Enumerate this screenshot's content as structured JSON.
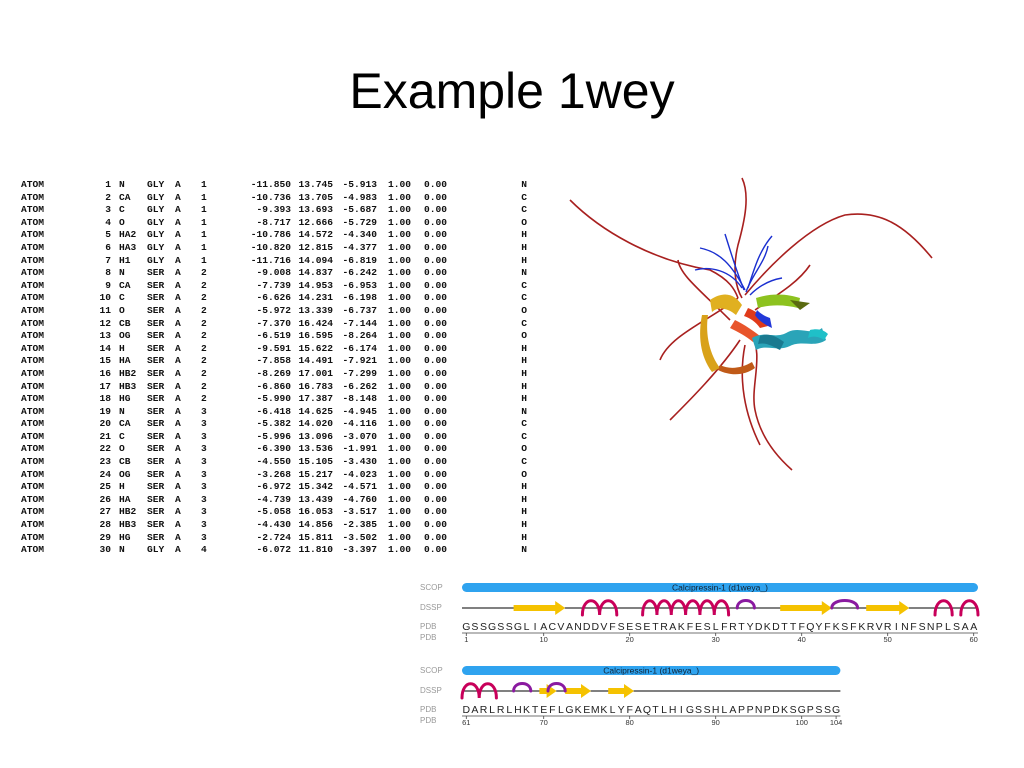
{
  "title": "Example 1wey",
  "atom_rows": [
    [
      "ATOM",
      "1",
      "N",
      "GLY",
      "A",
      "1",
      "-11.850",
      "13.745",
      "-5.913",
      "1.00",
      "0.00",
      "N"
    ],
    [
      "ATOM",
      "2",
      "CA",
      "GLY",
      "A",
      "1",
      "-10.736",
      "13.705",
      "-4.983",
      "1.00",
      "0.00",
      "C"
    ],
    [
      "ATOM",
      "3",
      "C",
      "GLY",
      "A",
      "1",
      "-9.393",
      "13.693",
      "-5.687",
      "1.00",
      "0.00",
      "C"
    ],
    [
      "ATOM",
      "4",
      "O",
      "GLY",
      "A",
      "1",
      "-8.717",
      "12.666",
      "-5.729",
      "1.00",
      "0.00",
      "O"
    ],
    [
      "ATOM",
      "5",
      "HA2",
      "GLY",
      "A",
      "1",
      "-10.786",
      "14.572",
      "-4.340",
      "1.00",
      "0.00",
      "H"
    ],
    [
      "ATOM",
      "6",
      "HA3",
      "GLY",
      "A",
      "1",
      "-10.820",
      "12.815",
      "-4.377",
      "1.00",
      "0.00",
      "H"
    ],
    [
      "ATOM",
      "7",
      "H1",
      "GLY",
      "A",
      "1",
      "-11.716",
      "14.094",
      "-6.819",
      "1.00",
      "0.00",
      "H"
    ],
    [
      "ATOM",
      "8",
      "N",
      "SER",
      "A",
      "2",
      "-9.008",
      "14.837",
      "-6.242",
      "1.00",
      "0.00",
      "N"
    ],
    [
      "ATOM",
      "9",
      "CA",
      "SER",
      "A",
      "2",
      "-7.739",
      "14.953",
      "-6.953",
      "1.00",
      "0.00",
      "C"
    ],
    [
      "ATOM",
      "10",
      "C",
      "SER",
      "A",
      "2",
      "-6.626",
      "14.231",
      "-6.198",
      "1.00",
      "0.00",
      "C"
    ],
    [
      "ATOM",
      "11",
      "O",
      "SER",
      "A",
      "2",
      "-5.972",
      "13.339",
      "-6.737",
      "1.00",
      "0.00",
      "O"
    ],
    [
      "ATOM",
      "12",
      "CB",
      "SER",
      "A",
      "2",
      "-7.370",
      "16.424",
      "-7.144",
      "1.00",
      "0.00",
      "C"
    ],
    [
      "ATOM",
      "13",
      "OG",
      "SER",
      "A",
      "2",
      "-6.519",
      "16.595",
      "-8.264",
      "1.00",
      "0.00",
      "O"
    ],
    [
      "ATOM",
      "14",
      "H",
      "SER",
      "A",
      "2",
      "-9.591",
      "15.622",
      "-6.174",
      "1.00",
      "0.00",
      "H"
    ],
    [
      "ATOM",
      "15",
      "HA",
      "SER",
      "A",
      "2",
      "-7.858",
      "14.491",
      "-7.921",
      "1.00",
      "0.00",
      "H"
    ],
    [
      "ATOM",
      "16",
      "HB2",
      "SER",
      "A",
      "2",
      "-8.269",
      "17.001",
      "-7.299",
      "1.00",
      "0.00",
      "H"
    ],
    [
      "ATOM",
      "17",
      "HB3",
      "SER",
      "A",
      "2",
      "-6.860",
      "16.783",
      "-6.262",
      "1.00",
      "0.00",
      "H"
    ],
    [
      "ATOM",
      "18",
      "HG",
      "SER",
      "A",
      "2",
      "-5.990",
      "17.387",
      "-8.148",
      "1.00",
      "0.00",
      "H"
    ],
    [
      "ATOM",
      "19",
      "N",
      "SER",
      "A",
      "3",
      "-6.418",
      "14.625",
      "-4.945",
      "1.00",
      "0.00",
      "N"
    ],
    [
      "ATOM",
      "20",
      "CA",
      "SER",
      "A",
      "3",
      "-5.382",
      "14.020",
      "-4.116",
      "1.00",
      "0.00",
      "C"
    ],
    [
      "ATOM",
      "21",
      "C",
      "SER",
      "A",
      "3",
      "-5.996",
      "13.096",
      "-3.070",
      "1.00",
      "0.00",
      "C"
    ],
    [
      "ATOM",
      "22",
      "O",
      "SER",
      "A",
      "3",
      "-6.390",
      "13.536",
      "-1.991",
      "1.00",
      "0.00",
      "O"
    ],
    [
      "ATOM",
      "23",
      "CB",
      "SER",
      "A",
      "3",
      "-4.550",
      "15.105",
      "-3.430",
      "1.00",
      "0.00",
      "C"
    ],
    [
      "ATOM",
      "24",
      "OG",
      "SER",
      "A",
      "3",
      "-3.268",
      "15.217",
      "-4.023",
      "1.00",
      "0.00",
      "O"
    ],
    [
      "ATOM",
      "25",
      "H",
      "SER",
      "A",
      "3",
      "-6.972",
      "15.342",
      "-4.571",
      "1.00",
      "0.00",
      "H"
    ],
    [
      "ATOM",
      "26",
      "HA",
      "SER",
      "A",
      "3",
      "-4.739",
      "13.439",
      "-4.760",
      "1.00",
      "0.00",
      "H"
    ],
    [
      "ATOM",
      "27",
      "HB2",
      "SER",
      "A",
      "3",
      "-5.058",
      "16.053",
      "-3.517",
      "1.00",
      "0.00",
      "H"
    ],
    [
      "ATOM",
      "28",
      "HB3",
      "SER",
      "A",
      "3",
      "-4.430",
      "14.856",
      "-2.385",
      "1.00",
      "0.00",
      "H"
    ],
    [
      "ATOM",
      "29",
      "HG",
      "SER",
      "A",
      "3",
      "-2.724",
      "15.811",
      "-3.502",
      "1.00",
      "0.00",
      "H"
    ],
    [
      "ATOM",
      "30",
      "N",
      "GLY",
      "A",
      "4",
      "-6.072",
      "11.810",
      "-3.397",
      "1.00",
      "0.00",
      "N"
    ]
  ],
  "sequence_panel": {
    "track_labels": {
      "scop": "SCOP",
      "dssp": "DSSP",
      "pdb": "PDB"
    },
    "rows": [
      {
        "scop_label": "Calcipressin-1 (d1weya_)",
        "sequence": "GSSGSSGLIACVANDDVFSESETRAKFESLFRTYDKDTTFQYFKSFKRVRINFSNPLSAA",
        "start": 1,
        "ticks": [
          "1",
          "10",
          "20",
          "30",
          "40",
          "50",
          "60"
        ],
        "tick_positions": [
          1,
          10,
          20,
          30,
          40,
          50,
          60
        ],
        "strands": [
          [
            7,
            12
          ],
          [
            38,
            43
          ],
          [
            48,
            52
          ]
        ],
        "helices": [
          [
            15,
            18
          ],
          [
            22,
            31
          ],
          [
            56,
            57
          ],
          [
            59,
            60
          ]
        ],
        "turns": [
          [
            33,
            34
          ],
          [
            44,
            46
          ]
        ]
      },
      {
        "scop_label": "Calcipressin-1 (d1weya_)",
        "sequence": "DARLRLHKTEFLGKEMKLYFAQTLHIGSSHLAPPNPDKSGPSSG",
        "start": 61,
        "ticks": [
          "61",
          "70",
          "80",
          "90",
          "100",
          "104"
        ],
        "tick_positions": [
          61,
          70,
          80,
          90,
          100,
          104
        ],
        "strands": [
          [
            70,
            71
          ],
          [
            73,
            75
          ],
          [
            78,
            80
          ]
        ],
        "helices": [
          [
            61,
            64
          ]
        ],
        "turns": [
          [
            67,
            68
          ],
          [
            71,
            72
          ]
        ]
      }
    ]
  },
  "colors": {
    "scop_bar": "#2fa3ef",
    "strand": "#f5c200",
    "helix": "#c8005a",
    "turn": "#8a1aa0",
    "coil": "#7a0f0f"
  }
}
